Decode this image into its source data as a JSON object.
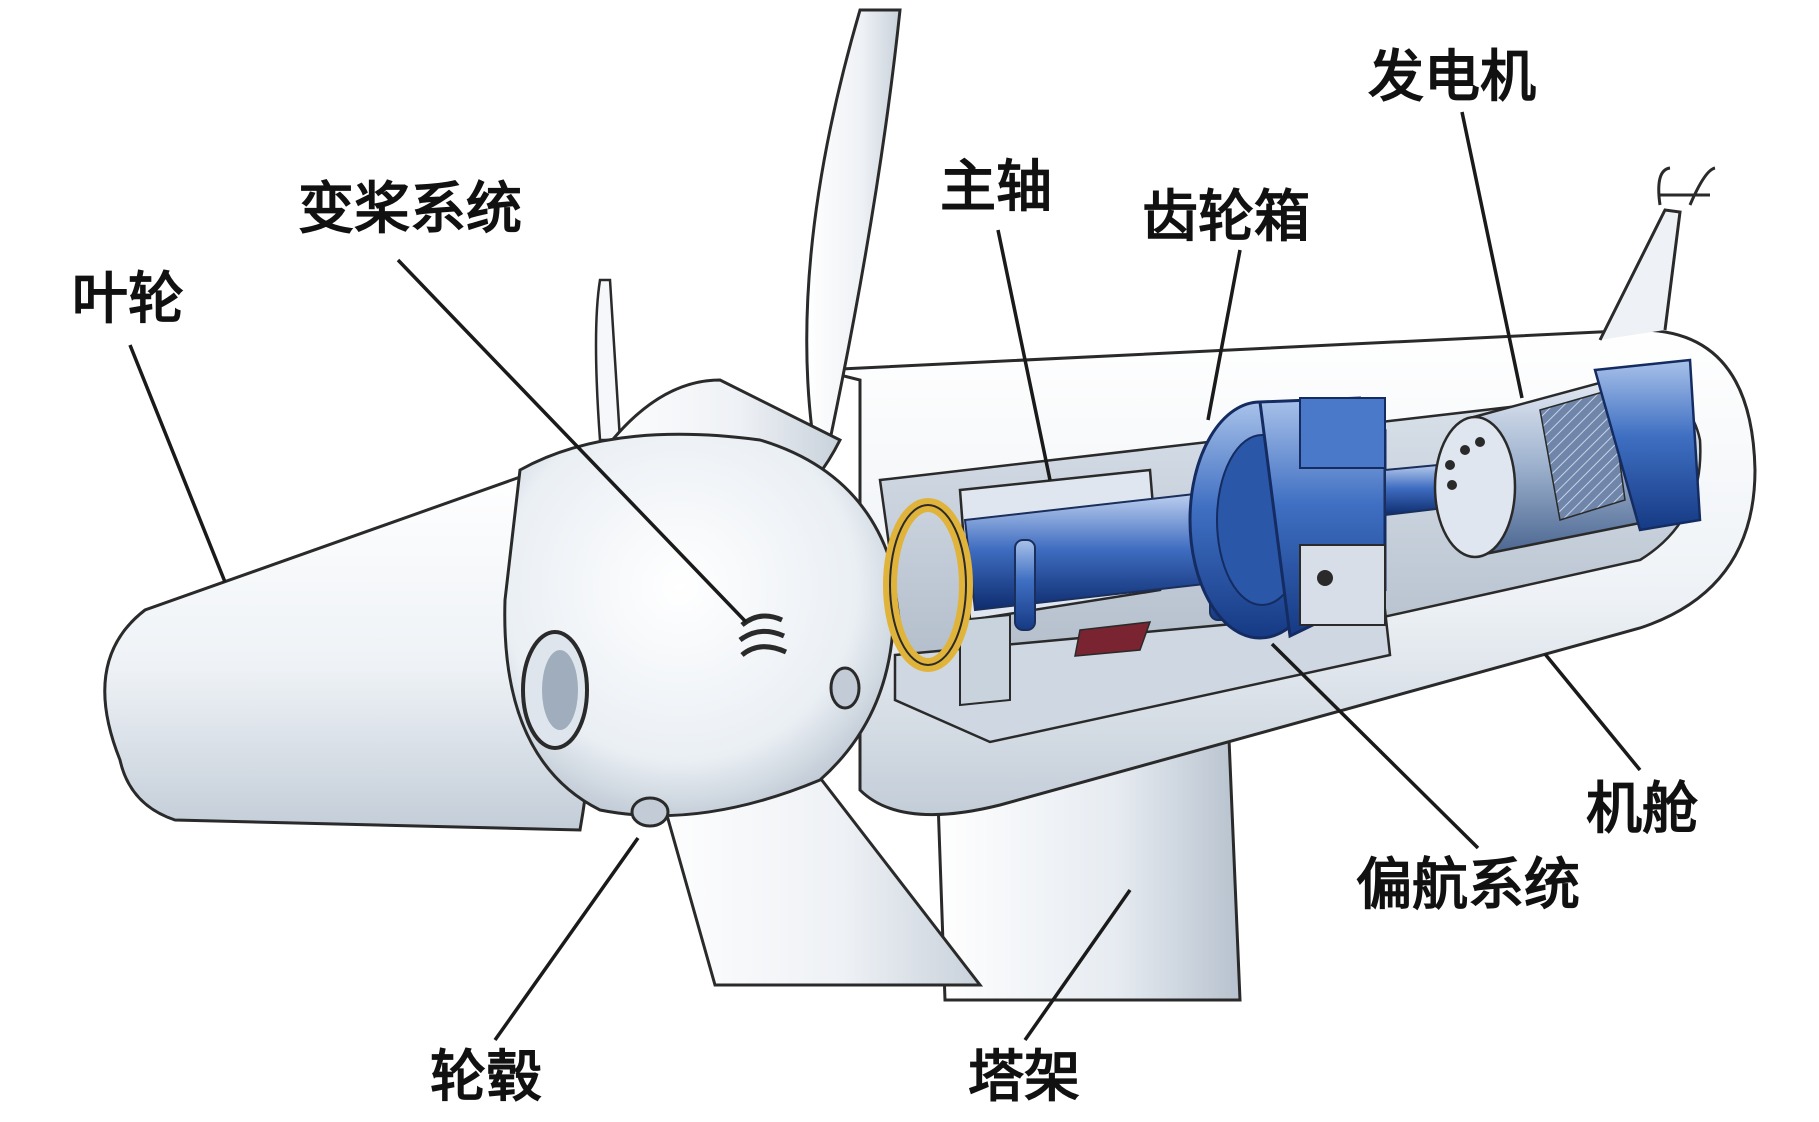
{
  "labels": {
    "rotor": "叶轮",
    "pitch_system": "变桨系统",
    "main_shaft": "主轴",
    "gearbox": "齿轮箱",
    "generator": "发电机",
    "nacelle": "机舱",
    "yaw_system": "偏航系统",
    "hub": "轮毂",
    "tower": "塔架"
  },
  "colors": {
    "outline": "#2a2a2a",
    "housing_light": "#f2f5f8",
    "housing_shade": "#c9d3de",
    "component_blue": "#1f4fa8",
    "component_mid": "#4a79c9",
    "component_light": "#a9c2ea",
    "gold_ring": "#e0b33a",
    "label_text": "#111111"
  }
}
